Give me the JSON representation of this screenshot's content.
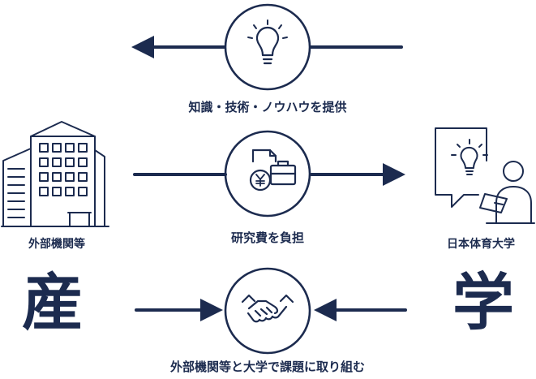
{
  "colors": {
    "navy": "#1c2b4f",
    "background": "#ffffff"
  },
  "top_flow": {
    "caption": "知識・技術・ノウハウを提供",
    "icon": "lightbulb-icon",
    "direction": "left"
  },
  "middle_flow": {
    "caption": "研究費を負担",
    "icon": "money-briefcase-icon",
    "direction": "right"
  },
  "bottom_flow": {
    "caption": "外部機関等と大学で課題に取り組む",
    "icon": "handshake-icon",
    "direction": "center"
  },
  "left_party": {
    "label": "外部機関等",
    "character": "産",
    "icon": "building-icon"
  },
  "right_party": {
    "label": "日本体育大学",
    "character": "学",
    "icon": "presenter-idea-icon"
  }
}
